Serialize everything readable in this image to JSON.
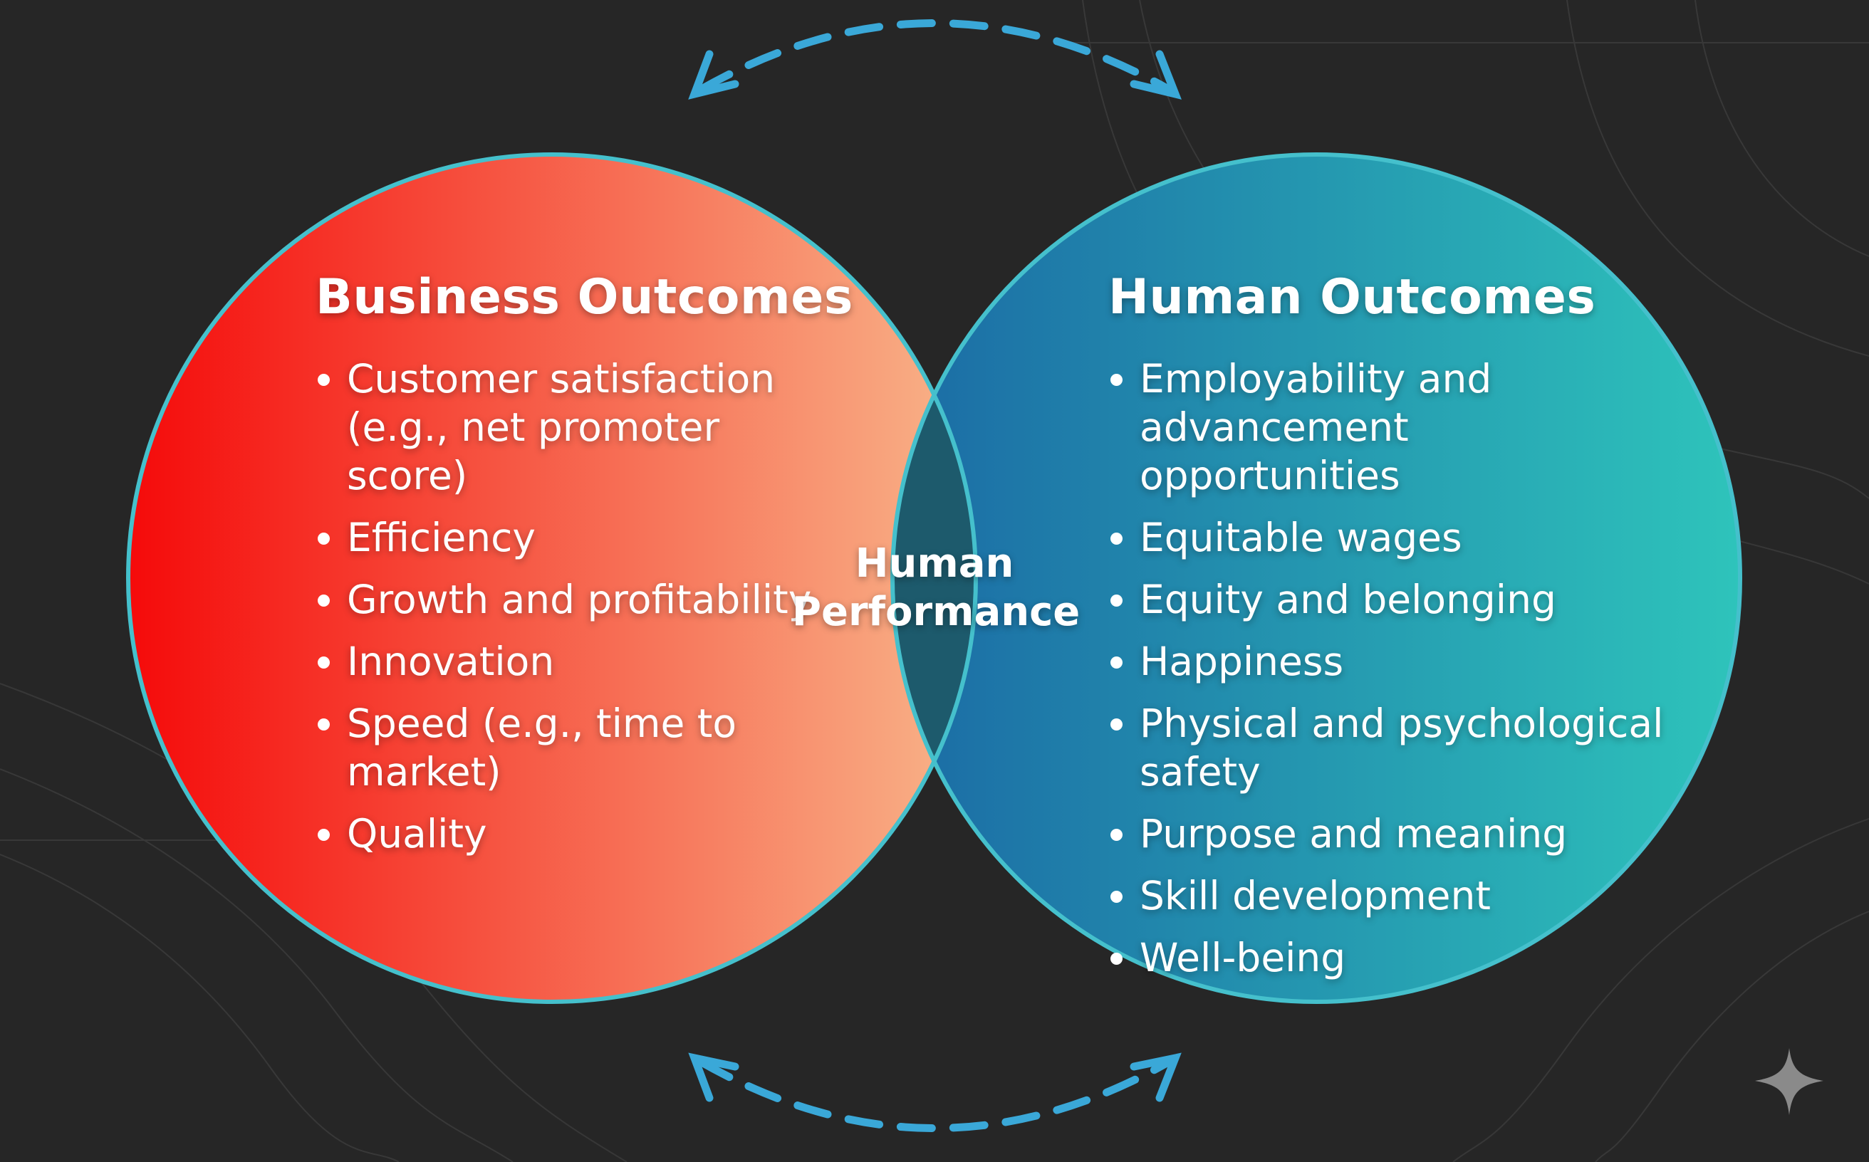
{
  "diagram": {
    "left_circle": {
      "heading": "Business Outcomes",
      "items": [
        "Customer satisfaction (e.g., net promoter score)",
        "Efficiency",
        "Growth and profitability",
        "Innovation",
        "Speed (e.g., time to market)",
        "Quality"
      ]
    },
    "right_circle": {
      "heading": "Human Outcomes",
      "items": [
        "Employability and advancement opportunities",
        "Equitable wages",
        "Equity and belonging",
        "Happiness",
        "Physical and psychological safety",
        "Purpose and meaning",
        "Skill development",
        "Well-being"
      ]
    },
    "intersection": {
      "line1": "Human",
      "line2": "Performance"
    }
  },
  "colors": {
    "background": "#262626",
    "left_gradient_start": "#f50a0a",
    "left_gradient_end": "#f8ad84",
    "right_gradient_start": "#1c6fa6",
    "right_gradient_end": "#2ec4bb",
    "overlap": "#1d5a6c",
    "outline": "#45c0cc",
    "arrow": "#3aa8d8"
  },
  "icons": {
    "top_arrow": "dashed-curved-double-arrow-icon",
    "bottom_arrow": "dashed-curved-double-arrow-icon",
    "corner_mark": "four-point-sparkle-icon"
  }
}
